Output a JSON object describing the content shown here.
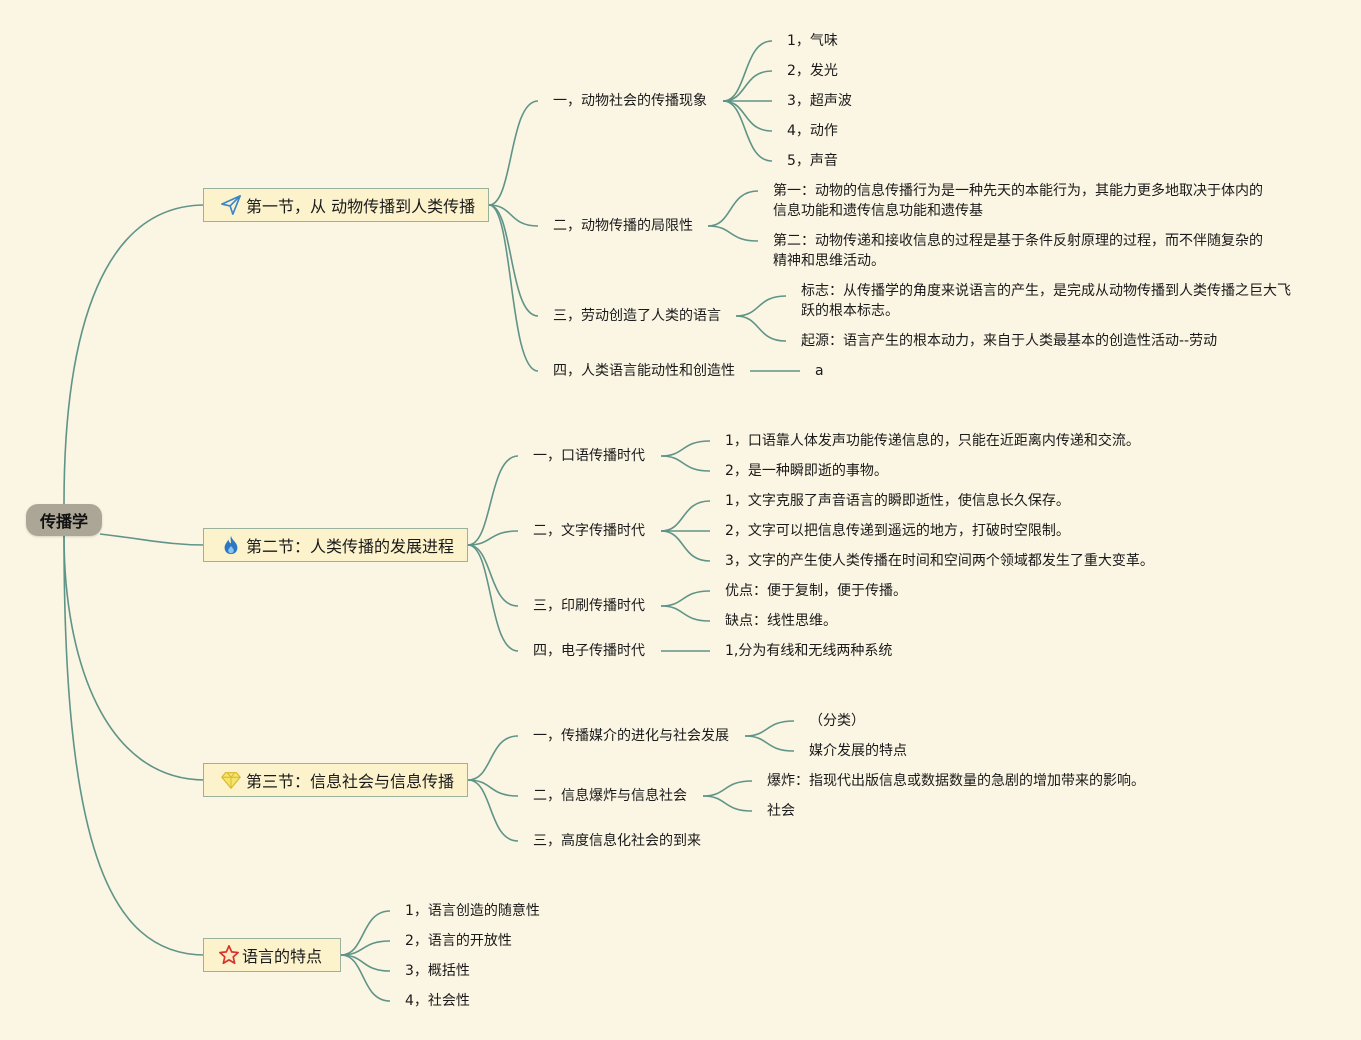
{
  "root": {
    "label": "传播学"
  },
  "sec1": {
    "label": "第一节，从 动物传播到人类传播",
    "icon": "paper-plane-icon",
    "c1": {
      "label": "一，动物社会的传播现象",
      "items": [
        "1，气味",
        "2，发光",
        "3，超声波",
        "4，动作",
        "5，声音"
      ]
    },
    "c2": {
      "label": "二，动物传播的局限性",
      "items": [
        "第一：动物的信息传播行为是一种先天的本能行为，其能力更多地取决于体内的信息功能和遗传信息功能和遗传基",
        "第二：动物传递和接收信息的过程是基于条件反射原理的过程，而不伴随复杂的精神和思维活动。"
      ]
    },
    "c3": {
      "label": "三，劳动创造了人类的语言",
      "items": [
        "标志：从传播学的角度来说语言的产生，是完成从动物传播到人类传播之巨大飞跃的根本标志。",
        "起源：语言产生的根本动力，来自于人类最基本的创造性活动--劳动"
      ]
    },
    "c4": {
      "label": "四，人类语言能动性和创造性",
      "items": [
        "a"
      ]
    }
  },
  "sec2": {
    "label": "第二节：人类传播的发展进程",
    "icon": "fire-icon",
    "c1": {
      "label": "一，口语传播时代",
      "items": [
        "1，口语靠人体发声功能传递信息的，只能在近距离内传递和交流。",
        "2，是一种瞬即逝的事物。"
      ]
    },
    "c2": {
      "label": "二，文字传播时代",
      "items": [
        "1，文字克服了声音语言的瞬即逝性，使信息长久保存。",
        "2，文字可以把信息传递到遥远的地方，打破时空限制。",
        "3，文字的产生使人类传播在时间和空间两个领域都发生了重大变革。"
      ]
    },
    "c3": {
      "label": "三，印刷传播时代",
      "items": [
        "优点：便于复制，便于传播。",
        "缺点：线性思维。"
      ]
    },
    "c4": {
      "label": "四，电子传播时代",
      "items": [
        "1,分为有线和无线两种系统"
      ]
    }
  },
  "sec3": {
    "label": "第三节：信息社会与信息传播",
    "icon": "diamond-icon",
    "c1": {
      "label": "一，传播媒介的进化与社会发展",
      "items": [
        "（分类）",
        "媒介发展的特点"
      ]
    },
    "c2": {
      "label": "二，信息爆炸与信息社会",
      "items": [
        "爆炸：指现代出版信息或数据数量的急剧的增加带来的影响。",
        "社会"
      ]
    },
    "c3": {
      "label": "三，高度信息化社会的到来",
      "items": []
    }
  },
  "sec4": {
    "label": "语言的特点",
    "icon": "star-icon",
    "items": [
      "1，语言创造的随意性",
      "2，语言的开放性",
      "3，概括性",
      "4，社会性"
    ]
  },
  "colors": {
    "background": "#fbf5e3",
    "link": "#5f9488",
    "root": "#aca697",
    "section_fill": "#fcf2cb",
    "section_border": "#9ab29d"
  }
}
